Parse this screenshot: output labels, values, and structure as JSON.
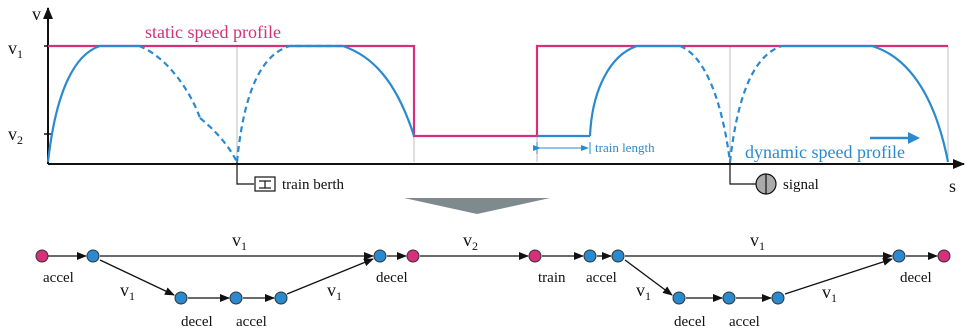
{
  "upper": {
    "y_axis_label": "v",
    "x_axis_label": "s",
    "v1": "v",
    "v1_sub": "1",
    "v2": "v",
    "v2_sub": "2",
    "static_label": "static speed profile",
    "dynamic_label": "dynamic speed profile",
    "train_length_label": "train length",
    "berth_label": "train berth",
    "signal_label": "signal"
  },
  "lower": {
    "edge_v1_top_left": "v",
    "edge_v1_top_left_sub": "1",
    "edge_v2": "v",
    "edge_v2_sub": "2",
    "edge_v1_top_right": "v",
    "edge_v1_top_right_sub": "1",
    "edge_v1_low_a": "v",
    "edge_v1_low_a_sub": "1",
    "edge_v1_low_b": "v",
    "edge_v1_low_b_sub": "1",
    "edge_v1_low_c": "v",
    "edge_v1_low_c_sub": "1",
    "edge_v1_low_d": "v",
    "edge_v1_low_d_sub": "1",
    "accel_1": "accel",
    "decel_1": "decel",
    "accel_2": "accel",
    "decel_2": "decel",
    "train": "train",
    "accel_3": "accel",
    "decel_3": "decel",
    "accel_4": "accel",
    "decel_4": "decel"
  },
  "colors": {
    "static": "#d6307a",
    "dynamic": "#2a8ad0",
    "node_pink": "#d6307a",
    "node_blue": "#2a8ad0",
    "arrow": "#7f8a8f"
  }
}
